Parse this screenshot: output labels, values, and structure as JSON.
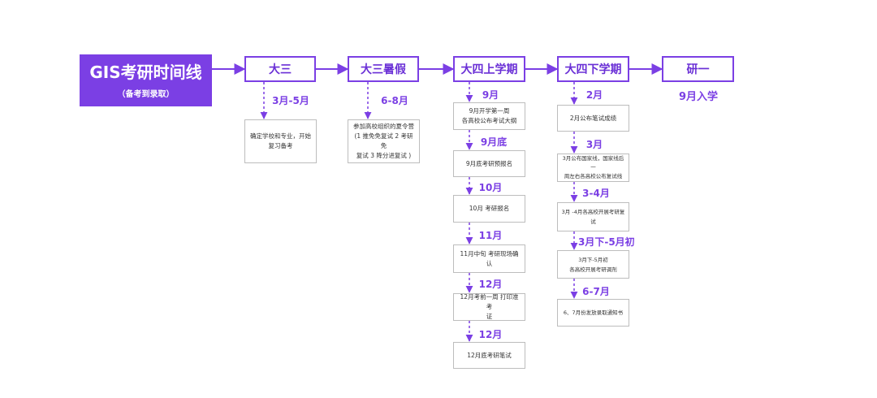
{
  "title": {
    "main": "GIS考研时间线",
    "sub": "（备考到录取）"
  },
  "stages": [
    {
      "label": "大三"
    },
    {
      "label": "大三暑假"
    },
    {
      "label": "大四上学期"
    },
    {
      "label": "大四下学期"
    },
    {
      "label": "研一"
    }
  ],
  "col_dasan": {
    "period": "3月-5月",
    "desc": "确定学校和专业，开始\n复习备考"
  },
  "col_shujia": {
    "period": "6-8月",
    "desc": "参加高校组织的夏令营\n(1 推免免复试 2 考研免\n复试 3 降分进复试 )"
  },
  "col_shang": [
    {
      "period": "9月",
      "desc": "9月开学第一周\n各高校公布考试大纲"
    },
    {
      "period": "9月底",
      "desc": "9月底考研预报名"
    },
    {
      "period": "10月",
      "desc": "10月 考研报名"
    },
    {
      "period": "11月",
      "desc": "11月中旬 考研现场确认"
    },
    {
      "period": "12月",
      "desc": "12月考前一周 打印准考\n证"
    },
    {
      "period": "12月",
      "desc": "12月底考研笔试"
    }
  ],
  "col_xia": [
    {
      "period": "2月",
      "desc": "2月公布笔试成绩"
    },
    {
      "period": "3月",
      "desc": "3月公布国家线，国家线后一\n周左右各高校公布复试线"
    },
    {
      "period": "3-4月",
      "desc": "3月 -4月各高校开展考研复试"
    },
    {
      "period": "3月下-5月初",
      "desc": "3月下-5月初\n各高校开展考研调剂"
    },
    {
      "period": "6-7月",
      "desc": "6、7月份发放录取通知书"
    }
  ],
  "yanyi": {
    "label": "9月入学"
  }
}
